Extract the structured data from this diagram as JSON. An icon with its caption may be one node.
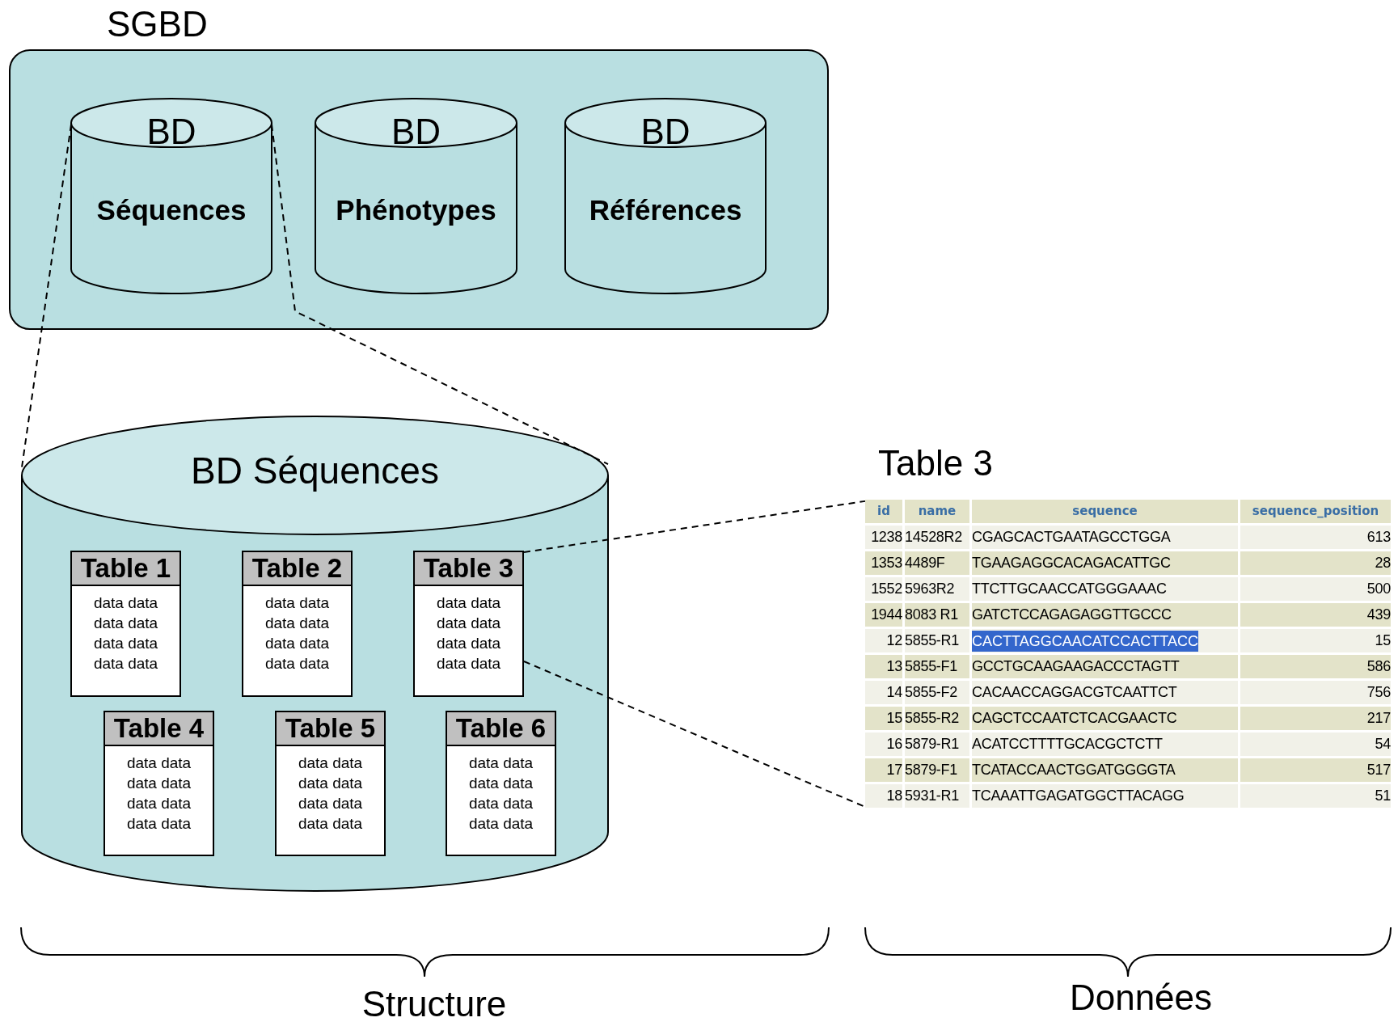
{
  "diagram": {
    "nodes": [
      {
        "text": [
          "SGBD"
        ]
      },
      {
        "text": [
          "BD",
          "Séquences"
        ],
        "in": 0
      },
      {
        "text": [
          "BD",
          "Phénotypes"
        ],
        "in": 0
      },
      {
        "text": [
          "BD",
          "Références"
        ],
        "in": 0
      },
      {
        "text": [
          "BD Séquences"
        ]
      },
      {
        "text": [
          "Table 1",
          "data data data data data data data data"
        ],
        "in": 4
      },
      {
        "text": [
          "Table 2",
          "data data data data data data data data"
        ],
        "in": 4
      },
      {
        "text": [
          "Table 3",
          "data data data data data data data data"
        ],
        "in": 4
      },
      {
        "text": [
          "Table 4",
          "data data data data data data data data"
        ],
        "in": 4
      },
      {
        "text": [
          "Table 5",
          "data data data data data data data data"
        ],
        "in": 4
      },
      {
        "text": [
          "Table 6",
          "data data data data data data data data"
        ],
        "in": 4
      },
      {
        "text": [
          "Table 3"
        ]
      }
    ],
    "edges": [
      {
        "from": 1,
        "to": 4,
        "arrow": "none",
        "style": "dashed"
      },
      {
        "from": 1,
        "to": 4,
        "arrow": "none",
        "style": "dashed"
      },
      {
        "from": 7,
        "to": 11,
        "arrow": "none",
        "style": "dashed"
      },
      {
        "from": 7,
        "to": 11,
        "arrow": "none",
        "style": "dashed"
      }
    ],
    "labels": [
      "id",
      "name",
      "sequence",
      "sequence_position",
      "1238",
      "14528R2",
      "CGAGCACTGAATAGCCTGGA",
      "613",
      "1353",
      "4489F",
      "TGAAGAGGCACAGACATTGC",
      "28",
      "1552",
      "5963R2",
      "TTCTTGCAACCATGGGAAAC",
      "500",
      "1944",
      "8083 R1",
      "GATCTCCAGAGAGGTTGCCC",
      "439",
      "12",
      "5855-R1",
      "CACTTAGGCAACATCCACTTACC",
      "15",
      "13",
      "5855-F1",
      "GCCTGCAAGAAGACCCTAGTT",
      "586",
      "14",
      "5855-F2",
      "CACAACCAGGACGTCAATTCT",
      "756",
      "15",
      "5855-R2",
      "CAGCTCCAATCTCACGAACTC",
      "217",
      "16",
      "5879-R1",
      "ACATCCTTTTGCACGCTCTT",
      "54",
      "17",
      "5879-F1",
      "TCATACCAACTGGATGGGGTA",
      "517",
      "18",
      "5931-R1",
      "TCAAATTGAGATGGCTTACAGG",
      "51",
      "Structure",
      "Données"
    ]
  }
}
